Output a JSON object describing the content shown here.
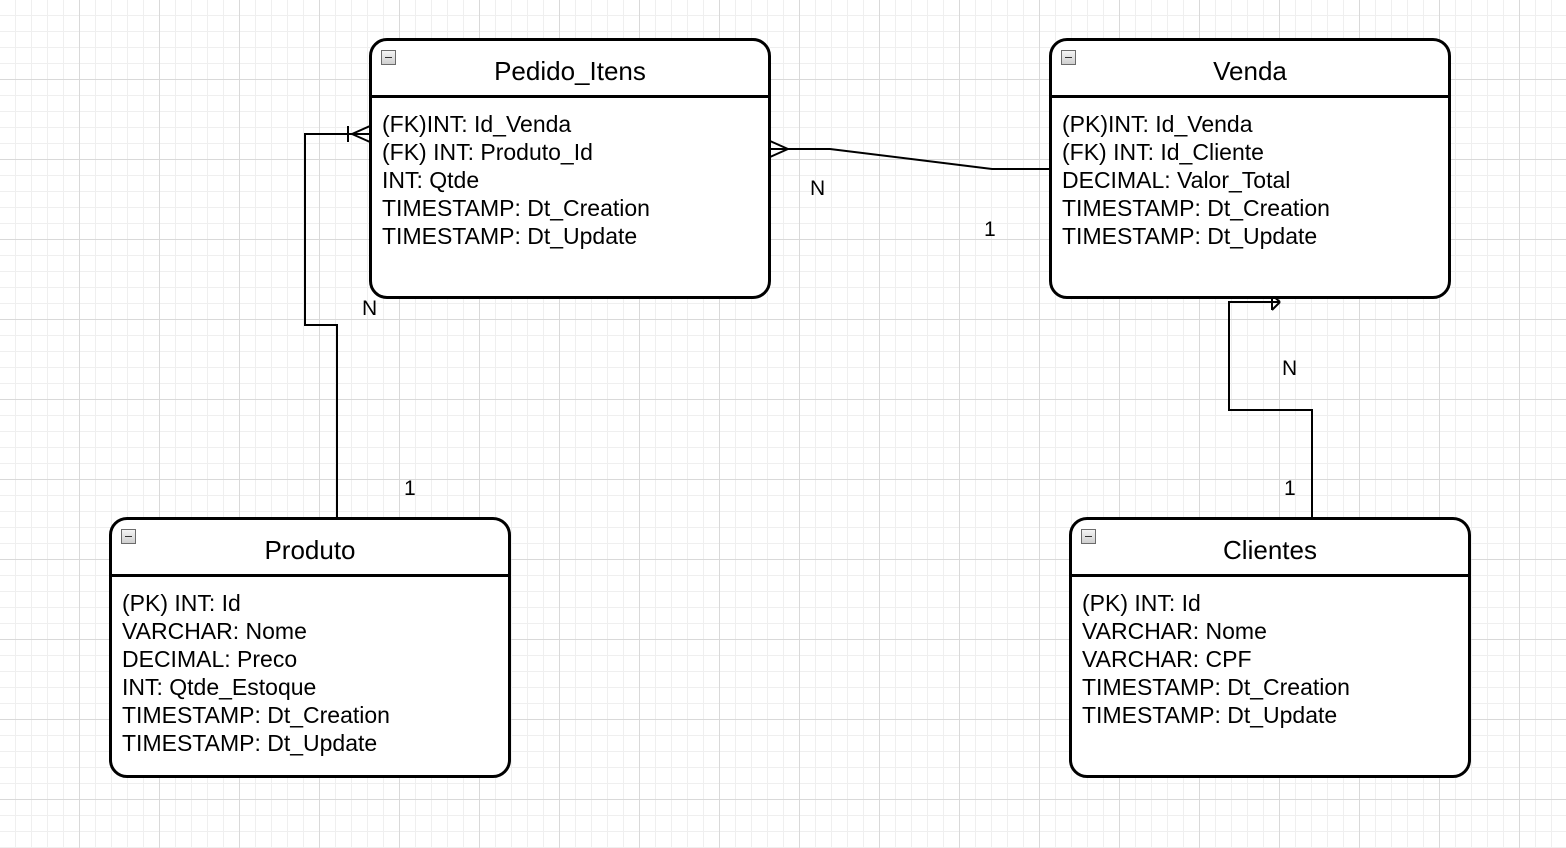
{
  "entities": {
    "pedido_itens": {
      "title": "Pedido_Itens",
      "fields": [
        "(FK)INT: Id_Venda",
        "(FK) INT: Produto_Id",
        "INT: Qtde",
        "TIMESTAMP: Dt_Creation",
        "TIMESTAMP: Dt_Update"
      ]
    },
    "venda": {
      "title": "Venda",
      "fields": [
        "(PK)INT: Id_Venda",
        "(FK) INT: Id_Cliente",
        "DECIMAL: Valor_Total",
        "TIMESTAMP: Dt_Creation",
        "TIMESTAMP: Dt_Update"
      ]
    },
    "produto": {
      "title": "Produto",
      "fields": [
        "(PK) INT: Id",
        "VARCHAR: Nome",
        "DECIMAL: Preco",
        "INT: Qtde_Estoque",
        "TIMESTAMP: Dt_Creation",
        "TIMESTAMP: Dt_Update"
      ]
    },
    "clientes": {
      "title": "Clientes",
      "fields": [
        "(PK) INT: Id",
        "VARCHAR: Nome",
        "VARCHAR: CPF",
        "TIMESTAMP: Dt_Creation",
        "TIMESTAMP: Dt_Update"
      ]
    }
  },
  "relationships": {
    "pedido_itens_venda": {
      "many_label": "N",
      "one_label": "1"
    },
    "produto_pedido_itens": {
      "many_label": "N",
      "one_label": "1"
    },
    "clientes_venda": {
      "many_label": "N",
      "one_label": "1"
    }
  },
  "icons": {
    "collapse": "collapse-icon",
    "many_end": "crow-foot-icon"
  },
  "colors": {
    "line": "#000000",
    "grid_major": "#d9d9d9",
    "grid_minor": "#efefef",
    "background": "#ffffff"
  }
}
